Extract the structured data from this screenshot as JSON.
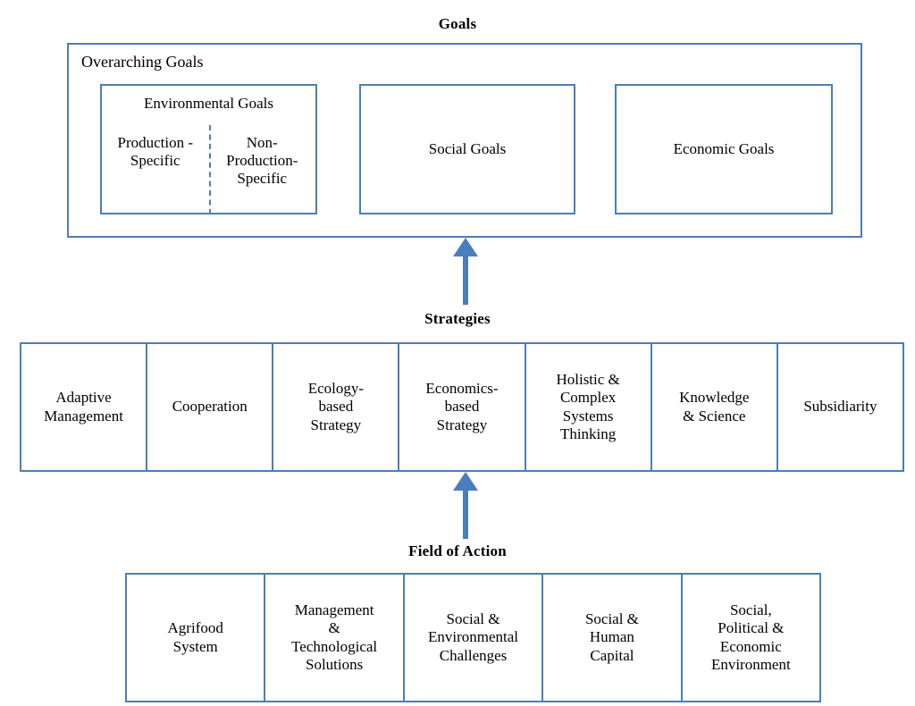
{
  "diagram": {
    "title_goals": "Goals",
    "title_strategies": "Strategies",
    "title_field_of_action": "Field of Action",
    "accent_color": "#4A7EBB",
    "background_color": "#FFFFFF",
    "text_color": "#000000"
  },
  "goals": {
    "container_label": "Overarching Goals",
    "environmental": {
      "title": "Environmental Goals",
      "left_label": "Production\n-Specific",
      "right_label": "Non-\nProduction-\nSpecific",
      "divider_style": "dashed"
    },
    "social": {
      "label": "Social Goals"
    },
    "economic": {
      "label": "Economic Goals"
    }
  },
  "strategies": {
    "cells": [
      {
        "label": "Adaptive\nManagement"
      },
      {
        "label": "Cooperation"
      },
      {
        "label": "Ecology-\nbased\nStrategy"
      },
      {
        "label": "Economics-\nbased\nStrategy"
      },
      {
        "label": "Holistic &\nComplex\nSystems\nThinking"
      },
      {
        "label": "Knowledge\n& Science"
      },
      {
        "label": "Subsidiarity"
      }
    ]
  },
  "field_of_action": {
    "cells": [
      {
        "label": "Agrifood\nSystem"
      },
      {
        "label": "Management\n&\nTechnological\nSolutions"
      },
      {
        "label": "Social &\nEnvironmental\nChallenges"
      },
      {
        "label": "Social &\nHuman\nCapital"
      },
      {
        "label": "Social,\nPolitical &\nEconomic\nEnvironment"
      }
    ]
  },
  "arrows": [
    {
      "name": "arrow-strategies-to-goals",
      "direction": "up"
    },
    {
      "name": "arrow-field-to-strategies",
      "direction": "up"
    }
  ]
}
